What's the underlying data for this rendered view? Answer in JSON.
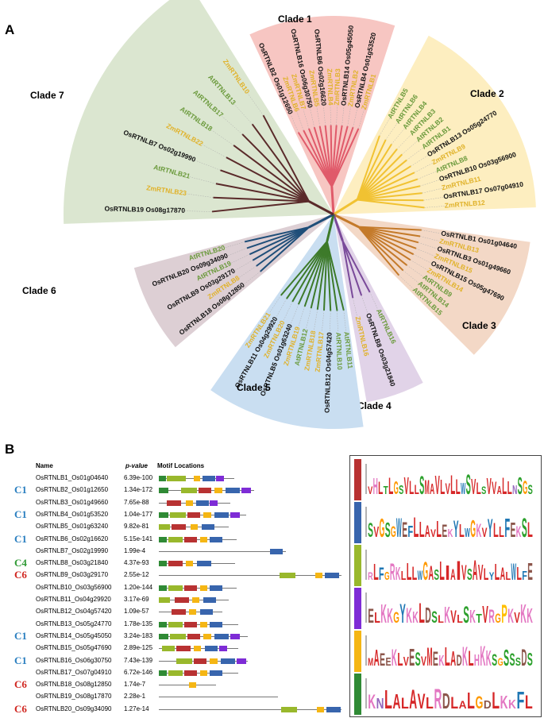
{
  "panel_a": {
    "label": "A"
  },
  "panel_b": {
    "label": "B"
  },
  "colors": {
    "maize": "#e0b22a",
    "arabidopsis": "#6b9a3c",
    "rice": "#111111",
    "clade1": "#f7c6c2",
    "clade2": "#fdeec0",
    "clade3": "#f3d8c6",
    "clade4": "#e1d3e8",
    "clade5": "#c9def1",
    "clade6": "#ddcfd4",
    "clade7": "#dbe6d0",
    "motif_red": "#b83232",
    "motif_blue": "#3865ad",
    "motif_lime": "#99b82c",
    "motif_purple": "#7e2cd6",
    "motif_orange": "#f5b614",
    "motif_green": "#2f8a35"
  },
  "clades": [
    {
      "name": "Clade 1",
      "color": "#f7c6c2",
      "branch": "#e05a6a",
      "leaves": [
        {
          "label": "OsRTNLB2 Os01g12650",
          "species": "rice"
        },
        {
          "label": "ZmRTNLB6",
          "species": "maize"
        },
        {
          "label": "ZmRTNLB7",
          "species": "maize"
        },
        {
          "label": "OsRTNLB16 Os06g30750",
          "species": "rice"
        },
        {
          "label": "ZmRTNLB5",
          "species": "maize"
        },
        {
          "label": "OsRTNLB6 Os02g16620",
          "species": "rice"
        },
        {
          "label": "ZmRTNLB4",
          "species": "maize"
        },
        {
          "label": "ZmRTNLB3",
          "species": "maize"
        },
        {
          "label": "OsRTNLB14 Os05g45050",
          "species": "rice"
        },
        {
          "label": "ZmRTNLB2",
          "species": "maize"
        },
        {
          "label": "OsRTNLB4 Os01g53520",
          "species": "rice"
        },
        {
          "label": "ZmRTNLB1",
          "species": "maize"
        }
      ]
    },
    {
      "name": "Clade 2",
      "color": "#fdeec0",
      "branch": "#f1c232",
      "leaves": [
        {
          "label": "AtRTNLB5",
          "species": "arabidopsis"
        },
        {
          "label": "AtRTNLB6",
          "species": "arabidopsis"
        },
        {
          "label": "AtRTNLB4",
          "species": "arabidopsis"
        },
        {
          "label": "AtRTNLB3",
          "species": "arabidopsis"
        },
        {
          "label": "AtRTNLB2",
          "species": "arabidopsis"
        },
        {
          "label": "AtRTNLB1",
          "species": "arabidopsis"
        },
        {
          "label": "OsRTNLB13 Os05g24770",
          "species": "rice"
        },
        {
          "label": "ZmRTNLB9",
          "species": "maize"
        },
        {
          "label": "AtRTNLB8",
          "species": "arabidopsis"
        },
        {
          "label": "OsRTNLB10 Os03g56900",
          "species": "rice"
        },
        {
          "label": "ZmRTNLB11",
          "species": "maize"
        },
        {
          "label": "OsRTNLB17 Os07g04910",
          "species": "rice"
        },
        {
          "label": "ZmRTNLB12",
          "species": "maize"
        }
      ]
    },
    {
      "name": "Clade 3",
      "color": "#f3d8c6",
      "branch": "#c47a2a",
      "leaves": [
        {
          "label": "OsRTNLB1 Os01g04640",
          "species": "rice"
        },
        {
          "label": "ZmRTNLB13",
          "species": "maize"
        },
        {
          "label": "OsRTNLB3 Os01g49660",
          "species": "rice"
        },
        {
          "label": "ZmRTNLB15",
          "species": "maize"
        },
        {
          "label": "OsRTNLB15 Os05g47690",
          "species": "rice"
        },
        {
          "label": "ZmRTNLB14",
          "species": "maize"
        },
        {
          "label": "AtRTNLB9",
          "species": "arabidopsis"
        },
        {
          "label": "AtRTNLB14",
          "species": "arabidopsis"
        },
        {
          "label": "AtRTNLB15",
          "species": "arabidopsis"
        }
      ]
    },
    {
      "name": "Clade 4",
      "color": "#e1d3e8",
      "branch": "#7a4a9a",
      "leaves": [
        {
          "label": "AtRTNLB16",
          "species": "arabidopsis"
        },
        {
          "label": "OsRTNLB8 Os03g21840",
          "species": "rice"
        },
        {
          "label": "ZmRTNLB16",
          "species": "maize"
        }
      ]
    },
    {
      "name": "Clade 5",
      "color": "#c9def1",
      "branch": "#3d7a2a",
      "leaves": [
        {
          "label": "AtRTNLB11",
          "species": "arabidopsis"
        },
        {
          "label": "AtRTNLB10",
          "species": "arabidopsis"
        },
        {
          "label": "OsRTNLB12 Os04g57420",
          "species": "rice"
        },
        {
          "label": "ZmRTNLB17",
          "species": "maize"
        },
        {
          "label": "ZmRTNLB18",
          "species": "maize"
        },
        {
          "label": "AtRTNLB12",
          "species": "arabidopsis"
        },
        {
          "label": "ZmRTNLB19",
          "species": "maize"
        },
        {
          "label": "OsRTNLB5 Os01g63240",
          "species": "rice"
        },
        {
          "label": "ZmRTNLB20",
          "species": "maize"
        },
        {
          "label": "OsRTNLB11 Os04g29920",
          "species": "rice"
        },
        {
          "label": "ZmRTNLB21",
          "species": "maize"
        }
      ]
    },
    {
      "name": "Clade 6",
      "color": "#ddcfd4",
      "branch": "#1f4e79",
      "leaves": [
        {
          "label": "OsRTNLB18 Os08g12850",
          "species": "rice"
        },
        {
          "label": "ZmRTNLB8",
          "species": "maize"
        },
        {
          "label": "OsRTNLB9 Os03g29170",
          "species": "rice"
        },
        {
          "label": "AtRTNLB19",
          "species": "arabidopsis"
        },
        {
          "label": "OsRTNLB20 Os09g34090",
          "species": "rice"
        },
        {
          "label": "AtRTNLB20",
          "species": "arabidopsis"
        }
      ]
    },
    {
      "name": "Clade 7",
      "color": "#dbe6d0",
      "branch": "#5a2a2a",
      "leaves": [
        {
          "label": "OsRTNLB19 Os08g17870",
          "species": "rice"
        },
        {
          "label": "ZmRTNLB23",
          "species": "maize"
        },
        {
          "label": "AtRTNLB21",
          "species": "arabidopsis"
        },
        {
          "label": "OsRTNLB7 Os02g19990",
          "species": "rice"
        },
        {
          "label": "ZmRTNLB22",
          "species": "maize"
        },
        {
          "label": "AtRTNLB18",
          "species": "arabidopsis"
        },
        {
          "label": "AtRTNLB17",
          "species": "arabidopsis"
        },
        {
          "label": "AtRTNLB13",
          "species": "arabidopsis"
        },
        {
          "label": "ZmRTNLB10",
          "species": "maize"
        }
      ]
    }
  ],
  "motif_table": {
    "headers": {
      "name": "Name",
      "pvalue": "p-value",
      "motifs": "Motif Locations"
    },
    "rows": [
      {
        "clade": "",
        "name": "OsRTNLB1_Os01g04640",
        "pvalue": "6.39e-100",
        "len": 95,
        "motifs": [
          [
            "green",
            0,
            9
          ],
          [
            "lime",
            10,
            24
          ],
          [
            "orange",
            44,
            8
          ],
          [
            "blue",
            55,
            16
          ],
          [
            "purple",
            72,
            10
          ]
        ]
      },
      {
        "clade": "C1",
        "name": "OsRTNLB2_Os01g12650",
        "pvalue": "1.34e-172",
        "len": 120,
        "motifs": [
          [
            "green",
            0,
            12
          ],
          [
            "lime",
            28,
            20
          ],
          [
            "red",
            50,
            16
          ],
          [
            "orange",
            70,
            10
          ],
          [
            "blue",
            84,
            18
          ],
          [
            "purple",
            104,
            12
          ]
        ]
      },
      {
        "clade": "",
        "name": "OsRTNLB3_Os01g49660",
        "pvalue": "7.65e-88",
        "len": 90,
        "motifs": [
          [
            "red",
            10,
            18
          ],
          [
            "orange",
            34,
            9
          ],
          [
            "blue",
            47,
            16
          ],
          [
            "purple",
            64,
            10
          ]
        ]
      },
      {
        "clade": "C1",
        "name": "OsRTNLB4_Os01g53520",
        "pvalue": "1.04e-177",
        "len": 110,
        "motifs": [
          [
            "green",
            0,
            12
          ],
          [
            "lime",
            14,
            20
          ],
          [
            "red",
            36,
            16
          ],
          [
            "orange",
            56,
            10
          ],
          [
            "blue",
            70,
            18
          ],
          [
            "purple",
            90,
            12
          ]
        ]
      },
      {
        "clade": "",
        "name": "OsRTNLB5_Os01g63240",
        "pvalue": "9.82e-81",
        "len": 88,
        "motifs": [
          [
            "lime",
            0,
            14
          ],
          [
            "red",
            16,
            18
          ],
          [
            "orange",
            40,
            9
          ],
          [
            "blue",
            54,
            16
          ]
        ]
      },
      {
        "clade": "C1",
        "name": "OsRTNLB6_Os02g16620",
        "pvalue": "5.15e-141",
        "len": 98,
        "motifs": [
          [
            "green",
            0,
            10
          ],
          [
            "lime",
            12,
            18
          ],
          [
            "red",
            32,
            16
          ],
          [
            "orange",
            52,
            9
          ],
          [
            "blue",
            64,
            16
          ]
        ]
      },
      {
        "clade": "",
        "name": "OsRTNLB7_Os02g19990",
        "pvalue": "1.99e-4",
        "len": 160,
        "motifs": [
          [
            "blue",
            140,
            16
          ]
        ]
      },
      {
        "clade": "C4",
        "name": "OsRTNLB8_Os03g21840",
        "pvalue": "4.37e-93",
        "len": 96,
        "motifs": [
          [
            "green",
            0,
            10
          ],
          [
            "red",
            12,
            18
          ],
          [
            "orange",
            34,
            9
          ],
          [
            "blue",
            48,
            18
          ]
        ]
      },
      {
        "clade": "C6",
        "name": "OsRTNLB9_Os03g29170",
        "pvalue": "2.55e-12",
        "len": 230,
        "motifs": [
          [
            "lime",
            152,
            20
          ],
          [
            "orange",
            197,
            9
          ],
          [
            "blue",
            209,
            18
          ]
        ]
      },
      {
        "clade": "",
        "name": "OsRTNLB10_Os03g56900",
        "pvalue": "1.20e-144",
        "len": 98,
        "motifs": [
          [
            "green",
            0,
            10
          ],
          [
            "lime",
            12,
            18
          ],
          [
            "red",
            32,
            16
          ],
          [
            "orange",
            52,
            9
          ],
          [
            "blue",
            64,
            16
          ]
        ]
      },
      {
        "clade": "",
        "name": "OsRTNLB11_Os04g29920",
        "pvalue": "3.17e-69",
        "len": 88,
        "motifs": [
          [
            "lime",
            0,
            14
          ],
          [
            "red",
            20,
            18
          ],
          [
            "orange",
            42,
            9
          ],
          [
            "blue",
            56,
            16
          ]
        ]
      },
      {
        "clade": "",
        "name": "OsRTNLB12_Os04g57420",
        "pvalue": "1.09e-57",
        "len": 80,
        "motifs": [
          [
            "red",
            16,
            18
          ],
          [
            "orange",
            38,
            9
          ],
          [
            "blue",
            52,
            16
          ]
        ]
      },
      {
        "clade": "",
        "name": "OsRTNLB13_Os05g24770",
        "pvalue": "1.78e-135",
        "len": 100,
        "motifs": [
          [
            "green",
            0,
            10
          ],
          [
            "lime",
            12,
            18
          ],
          [
            "red",
            32,
            16
          ],
          [
            "orange",
            52,
            9
          ],
          [
            "blue",
            64,
            16
          ]
        ]
      },
      {
        "clade": "C1",
        "name": "OsRTNLB14_Os05g45050",
        "pvalue": "3.24e-183",
        "len": 112,
        "motifs": [
          [
            "green",
            0,
            12
          ],
          [
            "lime",
            14,
            20
          ],
          [
            "red",
            36,
            16
          ],
          [
            "orange",
            56,
            10
          ],
          [
            "blue",
            70,
            18
          ],
          [
            "purple",
            90,
            12
          ]
        ]
      },
      {
        "clade": "",
        "name": "OsRTNLB15_Os05g47690",
        "pvalue": "2.89e-125",
        "len": 100,
        "motifs": [
          [
            "lime",
            4,
            16
          ],
          [
            "red",
            22,
            18
          ],
          [
            "orange",
            44,
            9
          ],
          [
            "blue",
            58,
            16
          ],
          [
            "purple",
            76,
            10
          ]
        ]
      },
      {
        "clade": "C1",
        "name": "OsRTNLB16_Os06g30750",
        "pvalue": "7.43e-139",
        "len": 112,
        "motifs": [
          [
            "lime",
            22,
            20
          ],
          [
            "red",
            44,
            16
          ],
          [
            "orange",
            64,
            10
          ],
          [
            "blue",
            78,
            18
          ],
          [
            "purple",
            98,
            12
          ]
        ]
      },
      {
        "clade": "",
        "name": "OsRTNLB17_Os07g04910",
        "pvalue": "6.72e-146",
        "len": 100,
        "motifs": [
          [
            "green",
            0,
            10
          ],
          [
            "lime",
            12,
            18
          ],
          [
            "red",
            32,
            16
          ],
          [
            "orange",
            52,
            9
          ],
          [
            "blue",
            64,
            16
          ]
        ]
      },
      {
        "clade": "C6",
        "name": "OsRTNLB18_Os08g12850",
        "pvalue": "1.74e-7",
        "len": 72,
        "motifs": [
          [
            "orange",
            38,
            9
          ]
        ]
      },
      {
        "clade": "",
        "name": "OsRTNLB19_Os08g17870",
        "pvalue": "2.28e-1",
        "len": 150,
        "motifs": []
      },
      {
        "clade": "C6",
        "name": "OsRTNLB20_Os09g34090",
        "pvalue": "1.27e-14",
        "len": 230,
        "motifs": [
          [
            "lime",
            154,
            20
          ],
          [
            "orange",
            199,
            9
          ],
          [
            "blue",
            211,
            18
          ]
        ]
      }
    ]
  },
  "motif_logos": [
    {
      "color": "#b83232",
      "sequence": "VHLTLGSVLLSMAVLVLLWSVLSVVALLNSGS"
    },
    {
      "color": "#3865ad",
      "sequence": "SVGSGWEFLLAVLEKYLWGKVYLLFEKSL"
    },
    {
      "color": "#99b82c",
      "sequence": "RLFGRKLLLWGASLIAIVSAVLYLALWLFE"
    },
    {
      "color": "#7e2cd6",
      "sequence": "ELKKGYKKLDSLKVLSKTVRGPKVKK"
    },
    {
      "color": "#f5b614",
      "sequence": "MAEEKLVESVMEKLADKLHKKSGSSSDS"
    },
    {
      "color": "#2f8a35",
      "sequence": "KNLALAVLRDLALGDLKKFL"
    }
  ]
}
